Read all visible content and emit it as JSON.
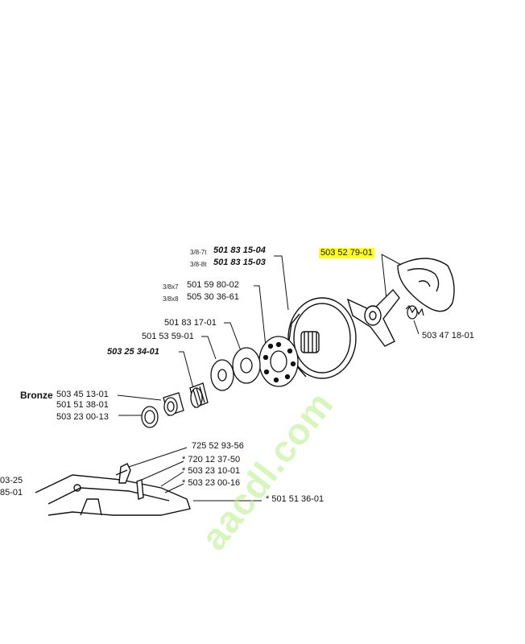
{
  "part_labels": {
    "pitch_7t": "3/8-7t",
    "pn_501_83_15_04": "501 83 15-04",
    "pitch_8t": "3/8-8t",
    "pn_501_83_15_03": "501 83 15-03",
    "highlight_pn": "503 52 79-01",
    "pitch_x7": "3/8x7",
    "pn_501_59_80_02": "501 59 80-02",
    "pitch_x8": "3/8x8",
    "pn_505_30_36_61": "505 30 36-61",
    "pn_501_83_17_01": "501 83 17-01",
    "pn_501_53_59_01": "501 53 59-01",
    "pn_503_25_34_01": "503 25 34-01",
    "pn_503_47_18_01": "503 47 18-01",
    "bronze": "Bronze",
    "pn_503_45_13_01": "503 45 13-01",
    "pn_501_51_38_01": "501 51 38-01",
    "pn_503_23_00_13": "503 23 00-13",
    "pn_725_52_93_56": "725 52 93-56",
    "pn_720_12_37_50": "* 720 12 37-50",
    "pn_503_23_10_01": "* 503 23 10-01",
    "pn_503_23_00_16": "* 503 23 00-16",
    "pn_501_51_36_01": "* 501 51 36-01",
    "edge_03_25": "03-25",
    "edge_85_01": "85-01"
  },
  "watermark": "aacdl.com",
  "colors": {
    "highlight": "#ffff1a",
    "ink": "#111111",
    "watermark": "#b8f08a"
  }
}
